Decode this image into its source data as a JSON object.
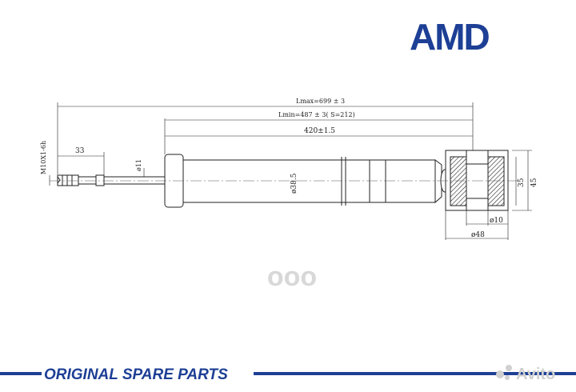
{
  "brand": {
    "logo_text": "AMD",
    "color": "#1d3f95"
  },
  "dimensions": {
    "lmax": "Lmax=699 ± 3",
    "lmin": "Lmin=487 ± 3(    S=212)",
    "body_length": "420±1.5",
    "thread": "M10X1-6h",
    "thread_length": "33",
    "rod_diameter": "ø11",
    "body_diameter": "ø38.5",
    "bushing_inner_height": "35",
    "bushing_outer_height": "45",
    "bushing_bore": "ø10",
    "bushing_outer_diameter": "ø48"
  },
  "footer": {
    "slogan": "ORIGINAL SPARE PARTS",
    "stripe_color": "#1d3f95"
  },
  "watermarks": {
    "center": "ооо",
    "corner": "Avito"
  }
}
